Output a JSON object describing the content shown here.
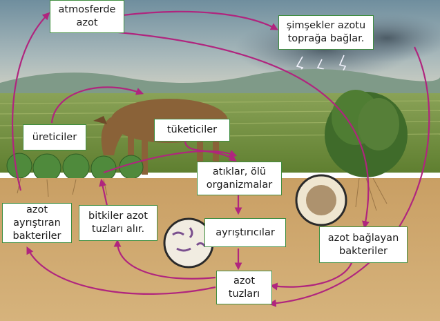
{
  "labels": {
    "atmosferde_azot": "atmosferde\nazot",
    "simsekler": "şimşekler azotu\ntoprağa bağlar.",
    "ureticiler": "üreticiler",
    "tuketiciler": "tüketiciler",
    "atiklar": "atıklar, ölü\norganizmalar",
    "ayristiricilar": "ayrıştırıcılar",
    "azot_tuzlari": "azot\ntuzları",
    "bitkiler_azot": "bitkiler azot\ntuzları alır.",
    "azot_ayristiran": "azot\nayrıştıran\nbakteriler",
    "azot_baglayan": "azot bağlayan\nbakteriler"
  },
  "colors": {
    "arrow": "#b0257e",
    "label_border": "#3f8d3f",
    "sky_top": "#7f9fae",
    "sky_bottom": "#d9d6c8",
    "soil": "#cfa66f",
    "grass": "#6c8e3a"
  }
}
